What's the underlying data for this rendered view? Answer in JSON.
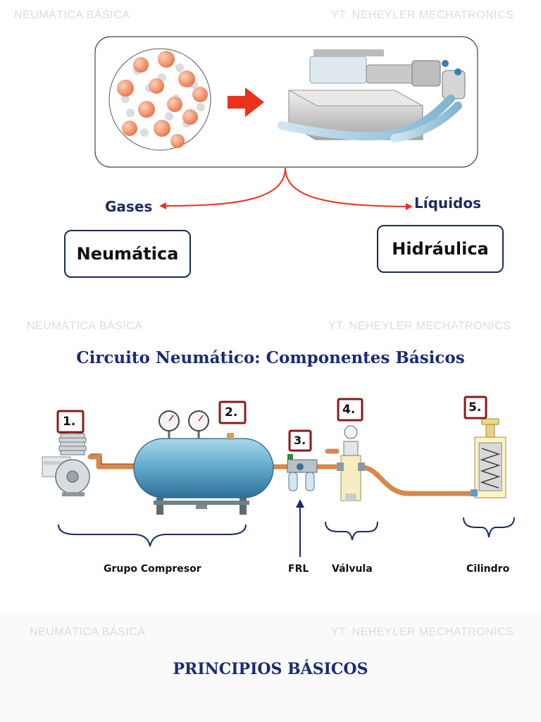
{
  "watermarks": {
    "left": "NEUMÁTICA BÁSICA",
    "right": "YT. NEHEYLER MECHATRONICS"
  },
  "fluids": {
    "gases_label": "Gases",
    "liquids_label": "Líquidos",
    "pneumatic_box": "Neumática",
    "hydraulic_box": "Hidráulica"
  },
  "circuit": {
    "title": "Circuito Neumático: Componentes Básicos",
    "badges": [
      "1.",
      "2.",
      "3.",
      "4.",
      "5."
    ],
    "components": {
      "compressor_group": "Grupo Compresor",
      "frl": "FRL",
      "valve": "Válvula",
      "cylinder": "Cilindro"
    }
  },
  "footer": {
    "title": "PRINCIPIOS BÁSICOS"
  },
  "colors": {
    "navy": "#1a2a78",
    "arrow_red": "#e8321c",
    "badge_red": "#8b1a1a",
    "tank_blue": "#6cb3d4",
    "pipe_orange": "#d8884a"
  }
}
